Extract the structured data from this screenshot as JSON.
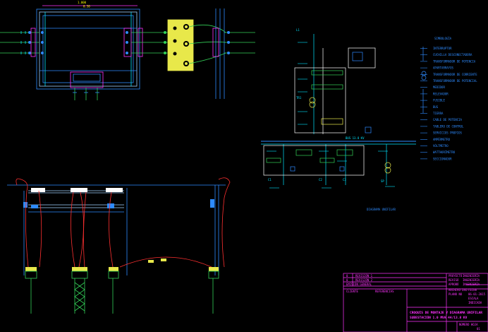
{
  "colors": {
    "background": "#000000",
    "frame": "#2e8bff",
    "frame_inner": "#9fd3ff",
    "cyan": "#00e5ff",
    "blue": "#2f6bff",
    "yellow": "#e8e84a",
    "green": "#34d058",
    "red": "#ff3030",
    "magenta": "#ff33ff",
    "white": "#ffffff",
    "title_block": "#ff33ff"
  },
  "top_frame": {
    "dim_top": "1.000",
    "dim_sub": "0.50"
  },
  "title_block": {
    "rev_rows": [
      "REVISIÓN 1",
      "REVISIÓN 2",
      "EMISIÓN GENERAL"
    ],
    "rev_num": [
      "0",
      "0"
    ],
    "sig_rows": [
      {
        "role": "PROYECTÓ",
        "value": "INGENIERÍA"
      },
      {
        "role": "REVISÓ",
        "value": "INGENIERÍA"
      },
      {
        "role": "APROBÓ",
        "value": "INGENIERÍA"
      }
    ],
    "file_label": "ARCHIVO DXO",
    "date_label": "FECHA",
    "date_value": "06-01-2015",
    "plan_label": "PLANO NO",
    "scale_label": "ESCALA",
    "scale_value": "INDICADA",
    "client_label": "CLIENTE",
    "ref_label": "REFERENCIAS",
    "title_line1": "CROQUIS DE MONTAJE Y DIAGRAMA UNIFILAR",
    "title_line2": "SUBESTACIÓN 1.0 MVA 44/13.8 KV",
    "sheet_label": "NÚMERO HOJA",
    "sheet_value": "01"
  },
  "legend": {
    "heading": "SIMBOLOGÍA",
    "items": [
      "INTERRUPTOR",
      "CUCHILLA DESCONECTADORA",
      "TRANSFORMADOR DE POTENCIA",
      "APARTARRAYOS",
      "TRANSFORMADOR DE CORRIENTE",
      "TRANSFORMADOR DE POTENCIAL",
      "MEDIDOR",
      "RELEVADOR",
      "FUSIBLE",
      "BUS",
      "TIERRA",
      "CABLE DE POTENCIA",
      "TABLERO DE CONTROL",
      "SERVICIOS PROPIOS",
      "AMPÉRMETRO",
      "VÓLTMETRO",
      "WATTHORÍMETRO",
      "SECCIONADOR"
    ]
  },
  "unifilar": {
    "labels": [
      "L1",
      "TR1",
      "BUS 13.8 KV",
      "C1",
      "C2",
      "C3",
      "SP"
    ],
    "footer": "DIAGRAMA UNIFILAR"
  }
}
